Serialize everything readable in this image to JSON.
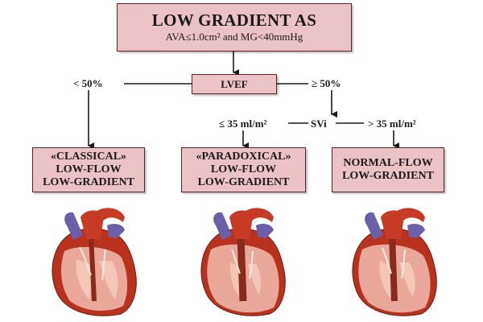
{
  "title": {
    "main": "LOW GRADIENT AS",
    "sub": "AVA≤1.0cm² and MG<40mmHg"
  },
  "lvef": {
    "label": "LVEF"
  },
  "branches": {
    "left": "< 50%",
    "right": "≥ 50%"
  },
  "svi": {
    "label": "SVi",
    "low": "≤ 35 ml/m²",
    "high": "> 35 ml/m²"
  },
  "results": [
    {
      "line1": "«CLASSICAL»",
      "line2": "LOW-FLOW",
      "line3": "LOW-GRADIENT"
    },
    {
      "line1": "«PARADOXICAL»",
      "line2": "LOW-FLOW",
      "line3": "LOW-GRADIENT"
    },
    {
      "line1": "NORMAL-FLOW",
      "line2": "LOW-GRADIENT"
    }
  ],
  "hearts": [
    "heart-illustration",
    "heart-illustration",
    "heart-illustration"
  ],
  "colors": {
    "box_fill": "#ebc3c7",
    "box_border": "#5a2328",
    "heart_red": "#b8321e",
    "myocardium": "#e9a89a",
    "vessel_blue": "#6a5fa8"
  }
}
